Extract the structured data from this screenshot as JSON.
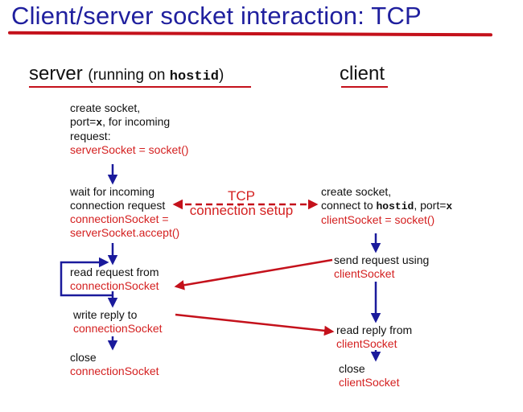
{
  "title": "Client/server socket interaction: TCP",
  "server_header": {
    "main": "server",
    "paren_open": "(running on ",
    "host": "hostid",
    "paren_close": ")"
  },
  "client_header": "client",
  "server": {
    "create": {
      "l1": "create socket,",
      "l2_pre": "port=",
      "l2_code": "x",
      "l2_post": ", for incoming",
      "l3": "request:",
      "code": "serverSocket = socket()"
    },
    "wait": {
      "l1": "wait for incoming",
      "l2": "connection request",
      "code1": "connectionSocket =",
      "code2": "serverSocket.accept()"
    },
    "read": {
      "l1": "read request from",
      "code": "connectionSocket"
    },
    "write": {
      "l1": "write reply to",
      "code": "connectionSocket"
    },
    "close": {
      "l1": "close",
      "code": "connectionSocket"
    }
  },
  "client": {
    "create": {
      "l1": "create socket,",
      "l2_pre": "connect to ",
      "l2_host": "hostid",
      "l2_mid": ", port=",
      "l2_x": "x",
      "code": "clientSocket = socket()"
    },
    "send": {
      "l1": "send request using",
      "code": "clientSocket"
    },
    "read": {
      "l1": "read reply from",
      "code": "clientSocket"
    },
    "close": {
      "l1": "close",
      "code": "clientSocket"
    }
  },
  "tcp_setup": {
    "l1": "TCP",
    "l2": "connection setup"
  },
  "colors": {
    "title_blue": "#1f1f9e",
    "accent_red": "#c4111b",
    "code_red": "#d42020",
    "arrow_blue": "#1a1a9c"
  }
}
